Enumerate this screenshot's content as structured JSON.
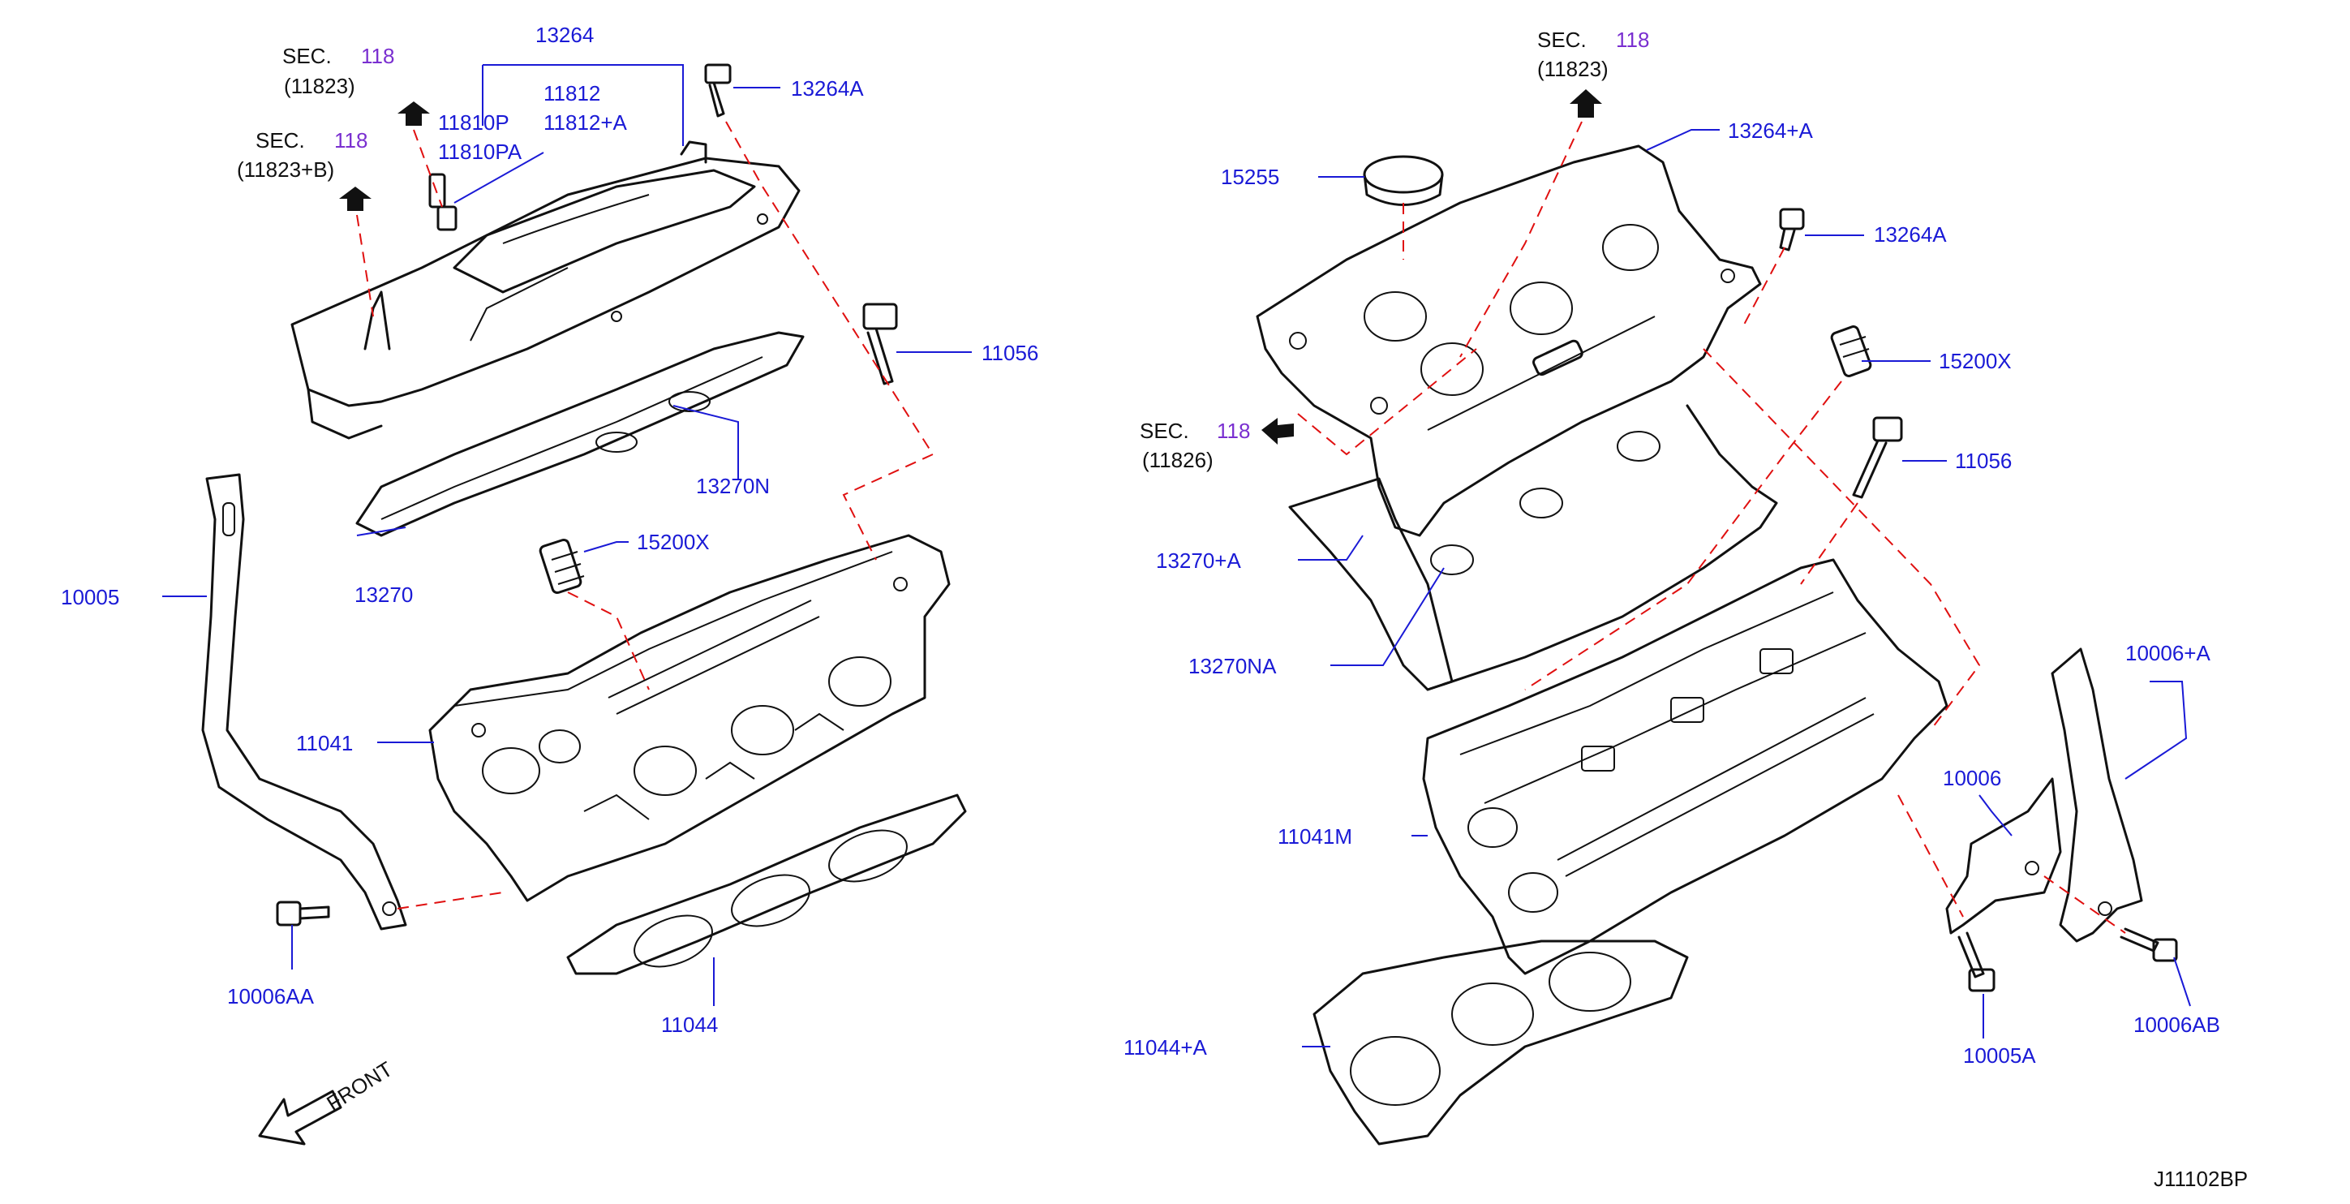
{
  "diagram_code": "J11102BP",
  "front_label": "FRONT",
  "section_refs": [
    {
      "prefix": "SEC.",
      "number": "118",
      "ref": "(11823)"
    },
    {
      "prefix": "SEC.",
      "number": "118",
      "ref": "(11823+B)"
    },
    {
      "prefix": "SEC.",
      "number": "118",
      "ref": "(11823)"
    },
    {
      "prefix": "SEC.",
      "number": "118",
      "ref": "(11826)"
    }
  ],
  "part_labels": {
    "left": [
      "13264",
      "11812",
      "11810P",
      "11812+A",
      "11810PA",
      "13264A",
      "11056",
      "13270N",
      "13270",
      "15200X",
      "10005",
      "11041",
      "10006AA",
      "11044"
    ],
    "right": [
      "13264+A",
      "15255",
      "13264A",
      "15200X",
      "11056",
      "13270+A",
      "13270NA",
      "11041M",
      "10006+A",
      "10006",
      "11044+A",
      "10005A",
      "10006AB"
    ]
  },
  "colors": {
    "label": "#1a1ad6",
    "section_number": "#7a2fd0",
    "leader_dash": "#e01010",
    "line_art": "#111111"
  }
}
